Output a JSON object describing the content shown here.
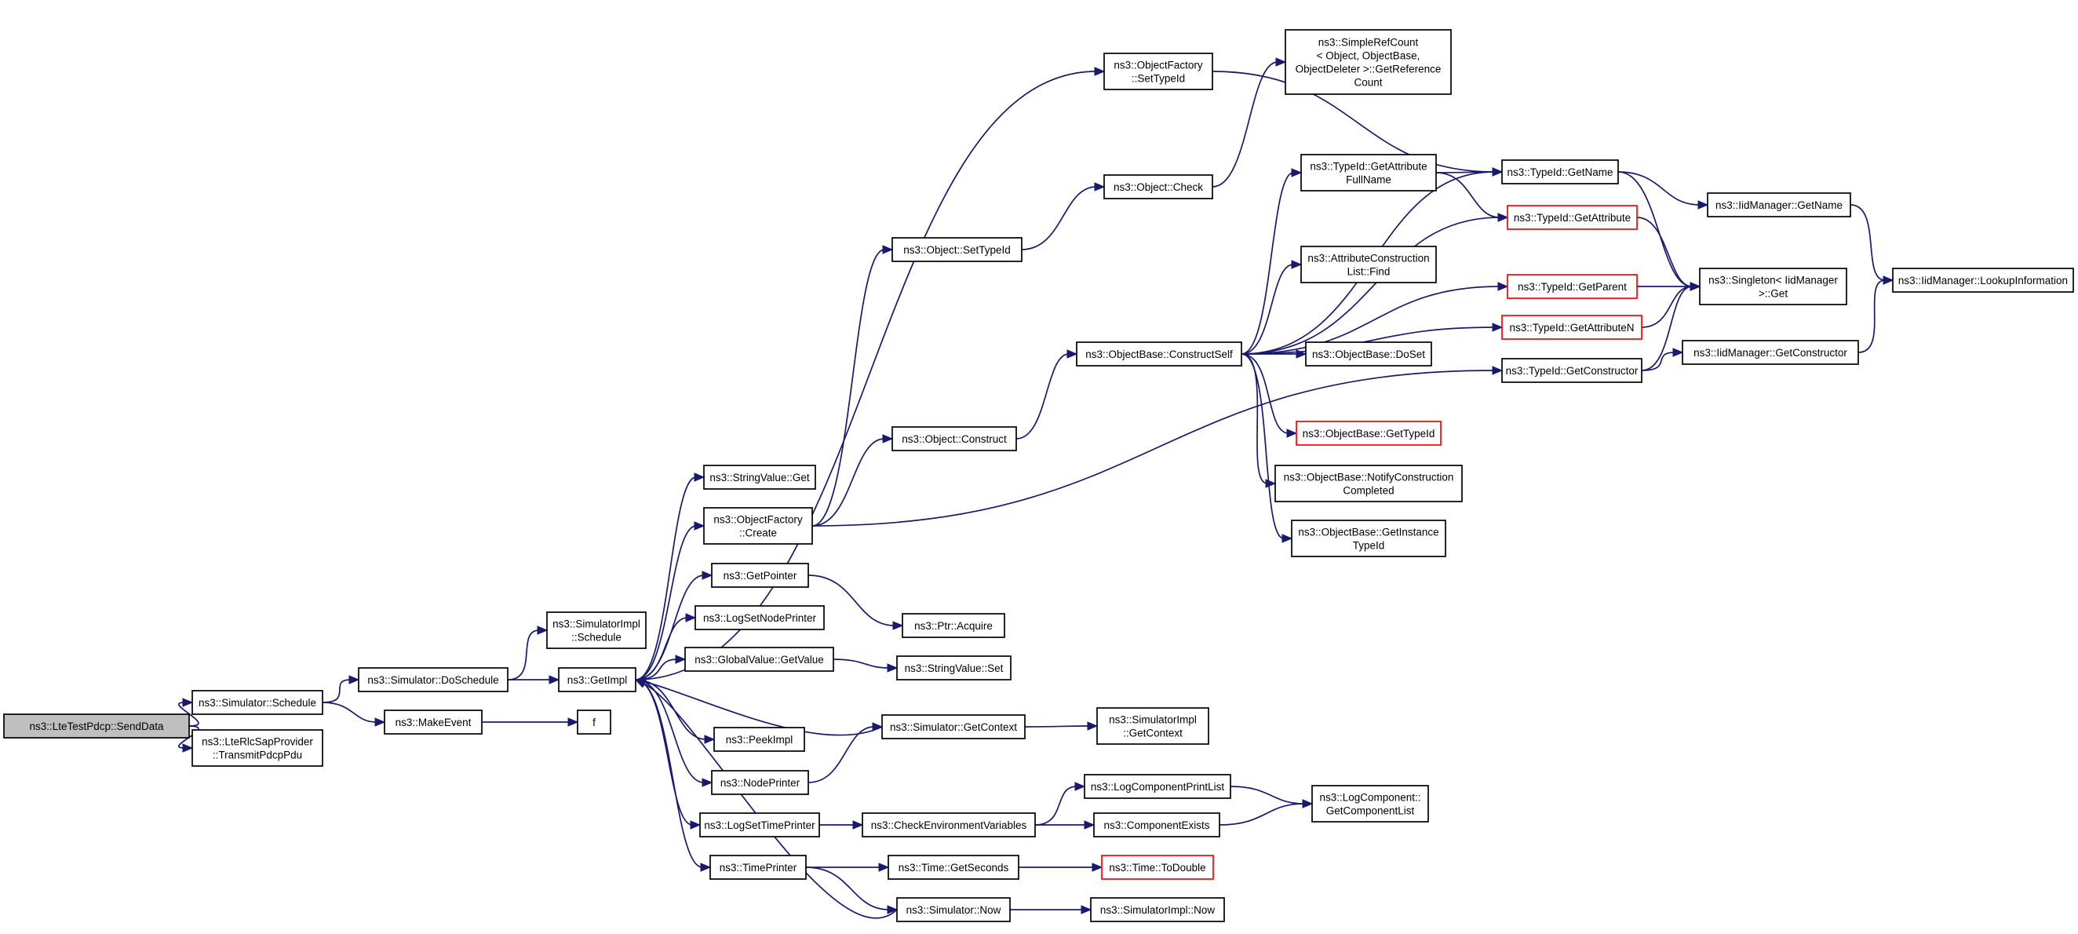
{
  "title": "",
  "colors": {
    "edge": "#191970",
    "node_border": "#000000",
    "incomplete_border": "#ff0000",
    "root_fill": "#bfbfbf"
  },
  "nodes": {
    "send_data": {
      "lines": [
        "ns3::LteTestPdcp::SendData"
      ],
      "style": "root"
    },
    "sim_schedule": {
      "lines": [
        "ns3::Simulator::Schedule"
      ]
    },
    "transmit_pdcp": {
      "lines": [
        "ns3::LteRlcSapProvider",
        "::TransmitPdcpPdu"
      ]
    },
    "do_schedule": {
      "lines": [
        "ns3::Simulator::DoSchedule"
      ]
    },
    "make_event": {
      "lines": [
        "ns3::MakeEvent"
      ]
    },
    "simimpl_schedule": {
      "lines": [
        "ns3::SimulatorImpl",
        "::Schedule"
      ]
    },
    "get_impl": {
      "lines": [
        "ns3::GetImpl"
      ]
    },
    "f": {
      "lines": [
        "f"
      ]
    },
    "stringvalue_get": {
      "lines": [
        "ns3::StringValue::Get"
      ]
    },
    "objfactory_create": {
      "lines": [
        "ns3::ObjectFactory",
        "::Create"
      ]
    },
    "get_pointer": {
      "lines": [
        "ns3::GetPointer"
      ]
    },
    "log_set_node_printer": {
      "lines": [
        "ns3::LogSetNodePrinter"
      ]
    },
    "globalvalue_getvalue": {
      "lines": [
        "ns3::GlobalValue::GetValue"
      ]
    },
    "peek_impl": {
      "lines": [
        "ns3::PeekImpl"
      ]
    },
    "node_printer": {
      "lines": [
        "ns3::NodePrinter"
      ]
    },
    "log_set_time_printer": {
      "lines": [
        "ns3::LogSetTimePrinter"
      ]
    },
    "time_printer": {
      "lines": [
        "ns3::TimePrinter"
      ]
    },
    "objfactory_settypeid": {
      "lines": [
        "ns3::ObjectFactory",
        "::SetTypeId"
      ]
    },
    "object_settypeid": {
      "lines": [
        "ns3::Object::SetTypeId"
      ]
    },
    "object_construct": {
      "lines": [
        "ns3::Object::Construct"
      ]
    },
    "ptr_acquire": {
      "lines": [
        "ns3::Ptr::Acquire"
      ]
    },
    "stringvalue_set": {
      "lines": [
        "ns3::StringValue::Set"
      ]
    },
    "sim_getcontext": {
      "lines": [
        "ns3::Simulator::GetContext"
      ]
    },
    "check_env_vars": {
      "lines": [
        "ns3::CheckEnvironmentVariables"
      ]
    },
    "time_getseconds": {
      "lines": [
        "ns3::Time::GetSeconds"
      ]
    },
    "sim_now": {
      "lines": [
        "ns3::Simulator::Now"
      ]
    },
    "object_check": {
      "lines": [
        "ns3::Object::Check"
      ]
    },
    "objbase_constructself": {
      "lines": [
        "ns3::ObjectBase::ConstructSelf"
      ]
    },
    "simimpl_getcontext": {
      "lines": [
        "ns3::SimulatorImpl",
        "::GetContext"
      ]
    },
    "logcomp_printlist": {
      "lines": [
        "ns3::LogComponentPrintList"
      ]
    },
    "component_exists": {
      "lines": [
        "ns3::ComponentExists"
      ]
    },
    "time_todouble": {
      "lines": [
        "ns3::Time::ToDouble"
      ],
      "style": "incomplete"
    },
    "simimpl_now": {
      "lines": [
        "ns3::SimulatorImpl::Now"
      ]
    },
    "simplerefcount": {
      "lines": [
        "ns3::SimpleRefCount",
        "< Object, ObjectBase,",
        "ObjectDeleter >::GetReference",
        "Count"
      ]
    },
    "typeid_getattrfullname": {
      "lines": [
        "ns3::TypeId::GetAttribute",
        "FullName"
      ]
    },
    "attrconstruct_find": {
      "lines": [
        "ns3::AttributeConstruction",
        "List::Find"
      ]
    },
    "objbase_doset": {
      "lines": [
        "ns3::ObjectBase::DoSet"
      ]
    },
    "objbase_gettypeid": {
      "lines": [
        "ns3::ObjectBase::GetTypeId"
      ],
      "style": "incomplete"
    },
    "objbase_notifyconstruction": {
      "lines": [
        "ns3::ObjectBase::NotifyConstruction",
        "Completed"
      ]
    },
    "objbase_getinstancetypeid": {
      "lines": [
        "ns3::ObjectBase::GetInstance",
        "TypeId"
      ]
    },
    "logcomp_getcomplist": {
      "lines": [
        "ns3::LogComponent::",
        "GetComponentList"
      ]
    },
    "typeid_getname": {
      "lines": [
        "ns3::TypeId::GetName"
      ]
    },
    "typeid_getattribute": {
      "lines": [
        "ns3::TypeId::GetAttribute"
      ],
      "style": "incomplete"
    },
    "typeid_getparent": {
      "lines": [
        "ns3::TypeId::GetParent"
      ],
      "style": "incomplete"
    },
    "typeid_getattributen": {
      "lines": [
        "ns3::TypeId::GetAttributeN"
      ],
      "style": "incomplete"
    },
    "typeid_getconstructor": {
      "lines": [
        "ns3::TypeId::GetConstructor"
      ]
    },
    "iidmanager_getname": {
      "lines": [
        "ns3::IidManager::GetName"
      ]
    },
    "singleton_get": {
      "lines": [
        "ns3::Singleton< IidManager",
        ">::Get"
      ]
    },
    "iidmanager_getconstructor": {
      "lines": [
        "ns3::IidManager::GetConstructor"
      ]
    },
    "iidmanager_lookupinfo": {
      "lines": [
        "ns3::IidManager::LookupInformation"
      ]
    }
  },
  "edges": [
    [
      "send_data",
      "sim_schedule"
    ],
    [
      "send_data",
      "transmit_pdcp"
    ],
    [
      "sim_schedule",
      "do_schedule"
    ],
    [
      "sim_schedule",
      "make_event"
    ],
    [
      "do_schedule",
      "simimpl_schedule"
    ],
    [
      "do_schedule",
      "get_impl"
    ],
    [
      "make_event",
      "f"
    ],
    [
      "get_impl",
      "objfactory_settypeid"
    ],
    [
      "get_impl",
      "stringvalue_get"
    ],
    [
      "get_impl",
      "objfactory_create"
    ],
    [
      "get_impl",
      "get_pointer"
    ],
    [
      "get_impl",
      "log_set_node_printer"
    ],
    [
      "get_impl",
      "globalvalue_getvalue"
    ],
    [
      "get_impl",
      "peek_impl"
    ],
    [
      "get_impl",
      "node_printer"
    ],
    [
      "get_impl",
      "log_set_time_printer"
    ],
    [
      "get_impl",
      "time_printer"
    ],
    [
      "objfactory_create",
      "object_settypeid"
    ],
    [
      "objfactory_create",
      "object_construct"
    ],
    [
      "objfactory_create",
      "typeid_getconstructor"
    ],
    [
      "get_pointer",
      "ptr_acquire"
    ],
    [
      "globalvalue_getvalue",
      "stringvalue_set"
    ],
    [
      "node_printer",
      "sim_getcontext"
    ],
    [
      "sim_getcontext",
      "get_impl"
    ],
    [
      "sim_getcontext",
      "simimpl_getcontext"
    ],
    [
      "log_set_time_printer",
      "check_env_vars"
    ],
    [
      "check_env_vars",
      "logcomp_printlist"
    ],
    [
      "check_env_vars",
      "component_exists"
    ],
    [
      "logcomp_printlist",
      "logcomp_getcomplist"
    ],
    [
      "component_exists",
      "logcomp_getcomplist"
    ],
    [
      "time_printer",
      "time_getseconds"
    ],
    [
      "time_printer",
      "sim_now"
    ],
    [
      "time_getseconds",
      "time_todouble"
    ],
    [
      "sim_now",
      "get_impl"
    ],
    [
      "sim_now",
      "simimpl_now"
    ],
    [
      "object_settypeid",
      "object_check"
    ],
    [
      "object_check",
      "simplerefcount"
    ],
    [
      "object_construct",
      "objbase_constructself"
    ],
    [
      "objfactory_settypeid",
      "typeid_getname"
    ],
    [
      "objbase_constructself",
      "typeid_getname"
    ],
    [
      "objbase_constructself",
      "typeid_getattrfullname"
    ],
    [
      "objbase_constructself",
      "typeid_getattribute"
    ],
    [
      "objbase_constructself",
      "attrconstruct_find"
    ],
    [
      "objbase_constructself",
      "typeid_getparent"
    ],
    [
      "objbase_constructself",
      "objbase_doset"
    ],
    [
      "objbase_constructself",
      "typeid_getattributen"
    ],
    [
      "objbase_constructself",
      "objbase_gettypeid"
    ],
    [
      "objbase_constructself",
      "objbase_notifyconstruction"
    ],
    [
      "objbase_constructself",
      "objbase_getinstancetypeid"
    ],
    [
      "typeid_getattrfullname",
      "typeid_getname"
    ],
    [
      "typeid_getattrfullname",
      "typeid_getattribute"
    ],
    [
      "typeid_getname",
      "iidmanager_getname"
    ],
    [
      "typeid_getname",
      "singleton_get"
    ],
    [
      "typeid_getattribute",
      "singleton_get"
    ],
    [
      "typeid_getparent",
      "singleton_get"
    ],
    [
      "typeid_getattributen",
      "singleton_get"
    ],
    [
      "typeid_getconstructor",
      "singleton_get"
    ],
    [
      "typeid_getconstructor",
      "iidmanager_getconstructor"
    ],
    [
      "iidmanager_getname",
      "iidmanager_lookupinfo"
    ],
    [
      "iidmanager_getconstructor",
      "iidmanager_lookupinfo"
    ]
  ]
}
